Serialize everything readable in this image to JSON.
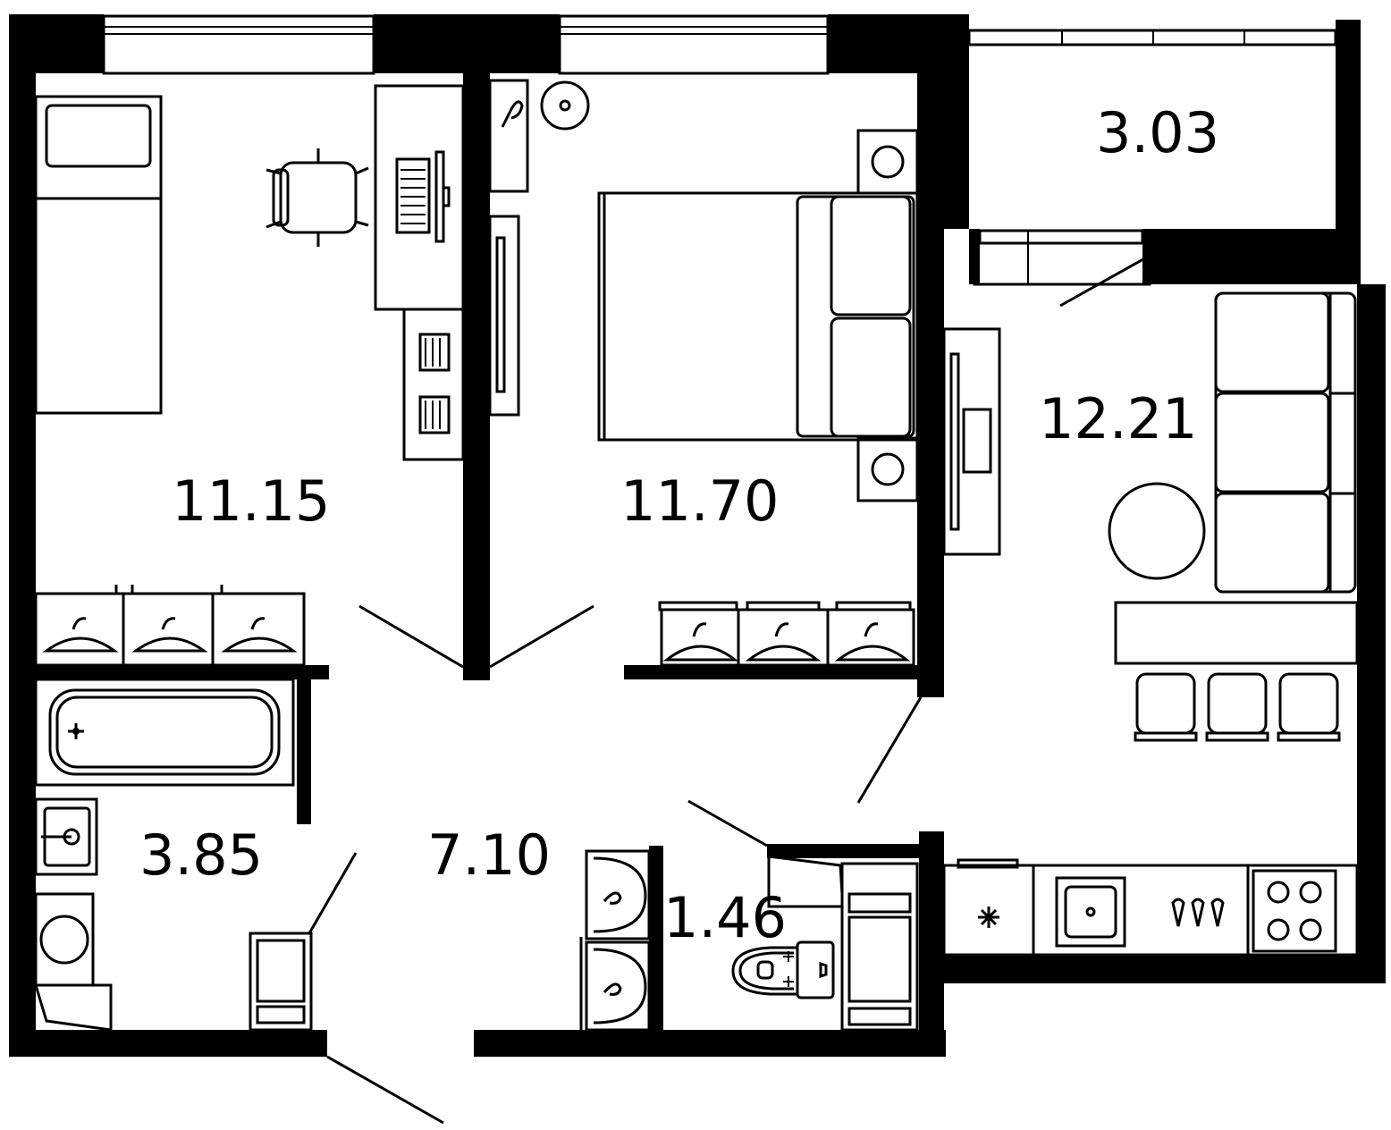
{
  "rooms": {
    "bedroom_left": {
      "area": "11.15"
    },
    "bedroom_middle": {
      "area": "11.70"
    },
    "balcony": {
      "area": "3.03"
    },
    "living_kitchen": {
      "area": "12.21"
    },
    "bathroom": {
      "area": "3.85"
    },
    "hallway": {
      "area": "7.10"
    },
    "toilet": {
      "area": "1.46"
    }
  },
  "colors": {
    "wall": "#000000",
    "background": "#ffffff"
  }
}
